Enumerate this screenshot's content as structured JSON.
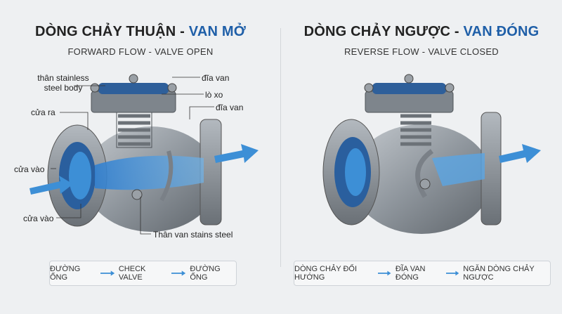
{
  "left_panel": {
    "title_main": "DÒNG CHẢY THUẬN - ",
    "title_accent": "VAN MỞ",
    "subtitle": "FORWARD FLOW - VALVE OPEN",
    "labels": {
      "body": "thân stainless steel body",
      "outlet": "cửa ra",
      "inlet1": "cửa vào",
      "inlet2": "cửa vào",
      "disc1": "đĩa van",
      "spring": "lò xo",
      "disc2": "đĩa van",
      "bottom_body": "Thân van stains steel"
    },
    "flow": [
      "ĐƯỜNG ỐNG",
      "CHECK VALVE",
      "ĐƯỜNG ỐNG"
    ]
  },
  "right_panel": {
    "title_main": "DÒNG CHẢY NGƯỢC - ",
    "title_accent": "VAN ĐÓNG",
    "subtitle": "REVERSE FLOW - VALVE CLOSED",
    "flow": [
      "DÒNG CHẢY ĐỔI HƯỚNG",
      "ĐĨA VAN ĐÓNG",
      "NGĂN DÒNG CHẢY NGƯỢC"
    ]
  },
  "colors": {
    "accent": "#1f5fa8",
    "flow_blue": "#3d8fd6",
    "steel": "#8e959c"
  }
}
